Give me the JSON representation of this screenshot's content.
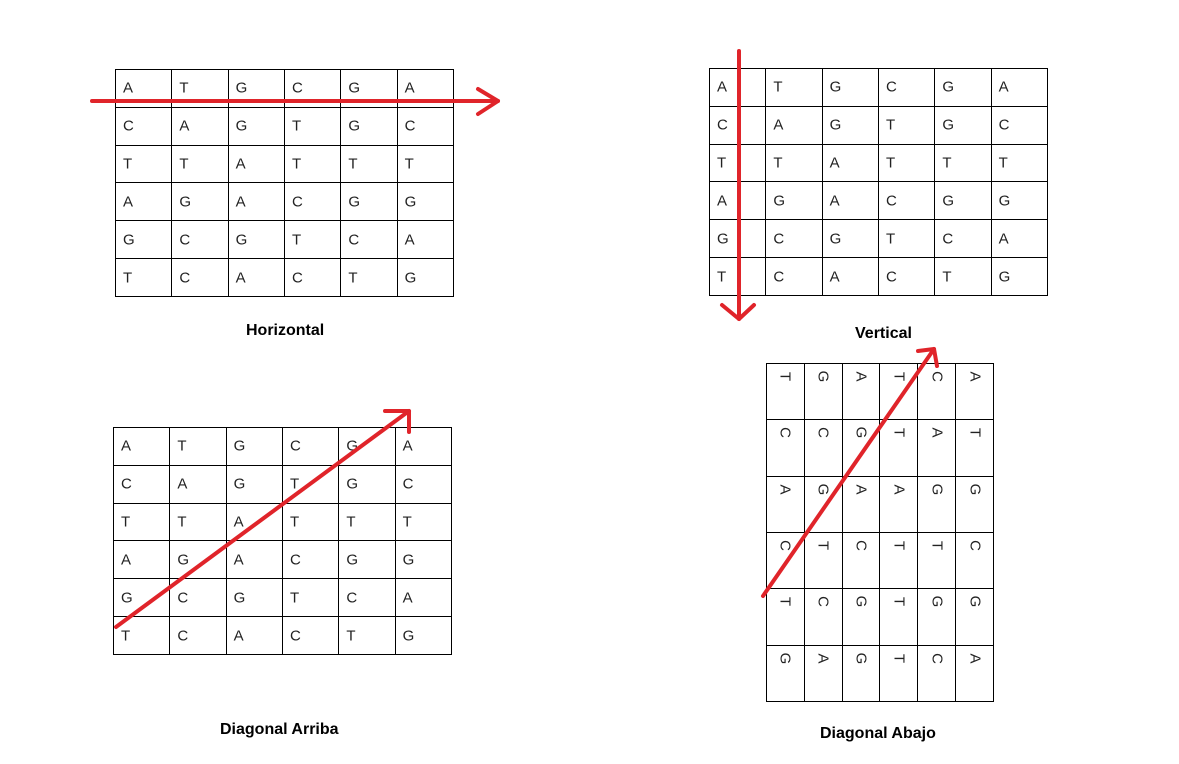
{
  "panels": [
    {
      "id": "horizontal",
      "caption": "Horizontal",
      "rows": [
        [
          "A",
          "T",
          "G",
          "C",
          "G",
          "A"
        ],
        [
          "C",
          "A",
          "G",
          "T",
          "G",
          "C"
        ],
        [
          "T",
          "T",
          "A",
          "T",
          "T",
          "T"
        ],
        [
          "A",
          "G",
          "A",
          "C",
          "G",
          "G"
        ],
        [
          "G",
          "C",
          "G",
          "T",
          "C",
          "A"
        ],
        [
          "T",
          "C",
          "A",
          "C",
          "T",
          "G"
        ]
      ]
    },
    {
      "id": "vertical",
      "caption": "Vertical",
      "rows": [
        [
          "A",
          "T",
          "G",
          "C",
          "G",
          "A"
        ],
        [
          "C",
          "A",
          "G",
          "T",
          "G",
          "C"
        ],
        [
          "T",
          "T",
          "A",
          "T",
          "T",
          "T"
        ],
        [
          "A",
          "G",
          "A",
          "C",
          "G",
          "G"
        ],
        [
          "G",
          "C",
          "G",
          "T",
          "C",
          "A"
        ],
        [
          "T",
          "C",
          "A",
          "C",
          "T",
          "G"
        ]
      ]
    },
    {
      "id": "diag-up",
      "caption": "Diagonal Arriba",
      "rows": [
        [
          "A",
          "T",
          "G",
          "C",
          "G",
          "A"
        ],
        [
          "C",
          "A",
          "G",
          "T",
          "G",
          "C"
        ],
        [
          "T",
          "T",
          "A",
          "T",
          "T",
          "T"
        ],
        [
          "A",
          "G",
          "A",
          "C",
          "G",
          "G"
        ],
        [
          "G",
          "C",
          "G",
          "T",
          "C",
          "A"
        ],
        [
          "T",
          "C",
          "A",
          "C",
          "T",
          "G"
        ]
      ]
    },
    {
      "id": "diag-down",
      "caption": "Diagonal Abajo",
      "rows": [
        [
          "T",
          "G",
          "A",
          "T",
          "C",
          "A"
        ],
        [
          "C",
          "C",
          "G",
          "T",
          "A",
          "T"
        ],
        [
          "A",
          "G",
          "A",
          "A",
          "G",
          "G"
        ],
        [
          "C",
          "T",
          "C",
          "T",
          "T",
          "C"
        ],
        [
          "T",
          "C",
          "G",
          "T",
          "G",
          "G"
        ],
        [
          "G",
          "A",
          "G",
          "T",
          "C",
          "A"
        ]
      ]
    }
  ],
  "colors": {
    "arrow": "#e0242a",
    "grid_line": "#000000",
    "text": "#222222"
  }
}
